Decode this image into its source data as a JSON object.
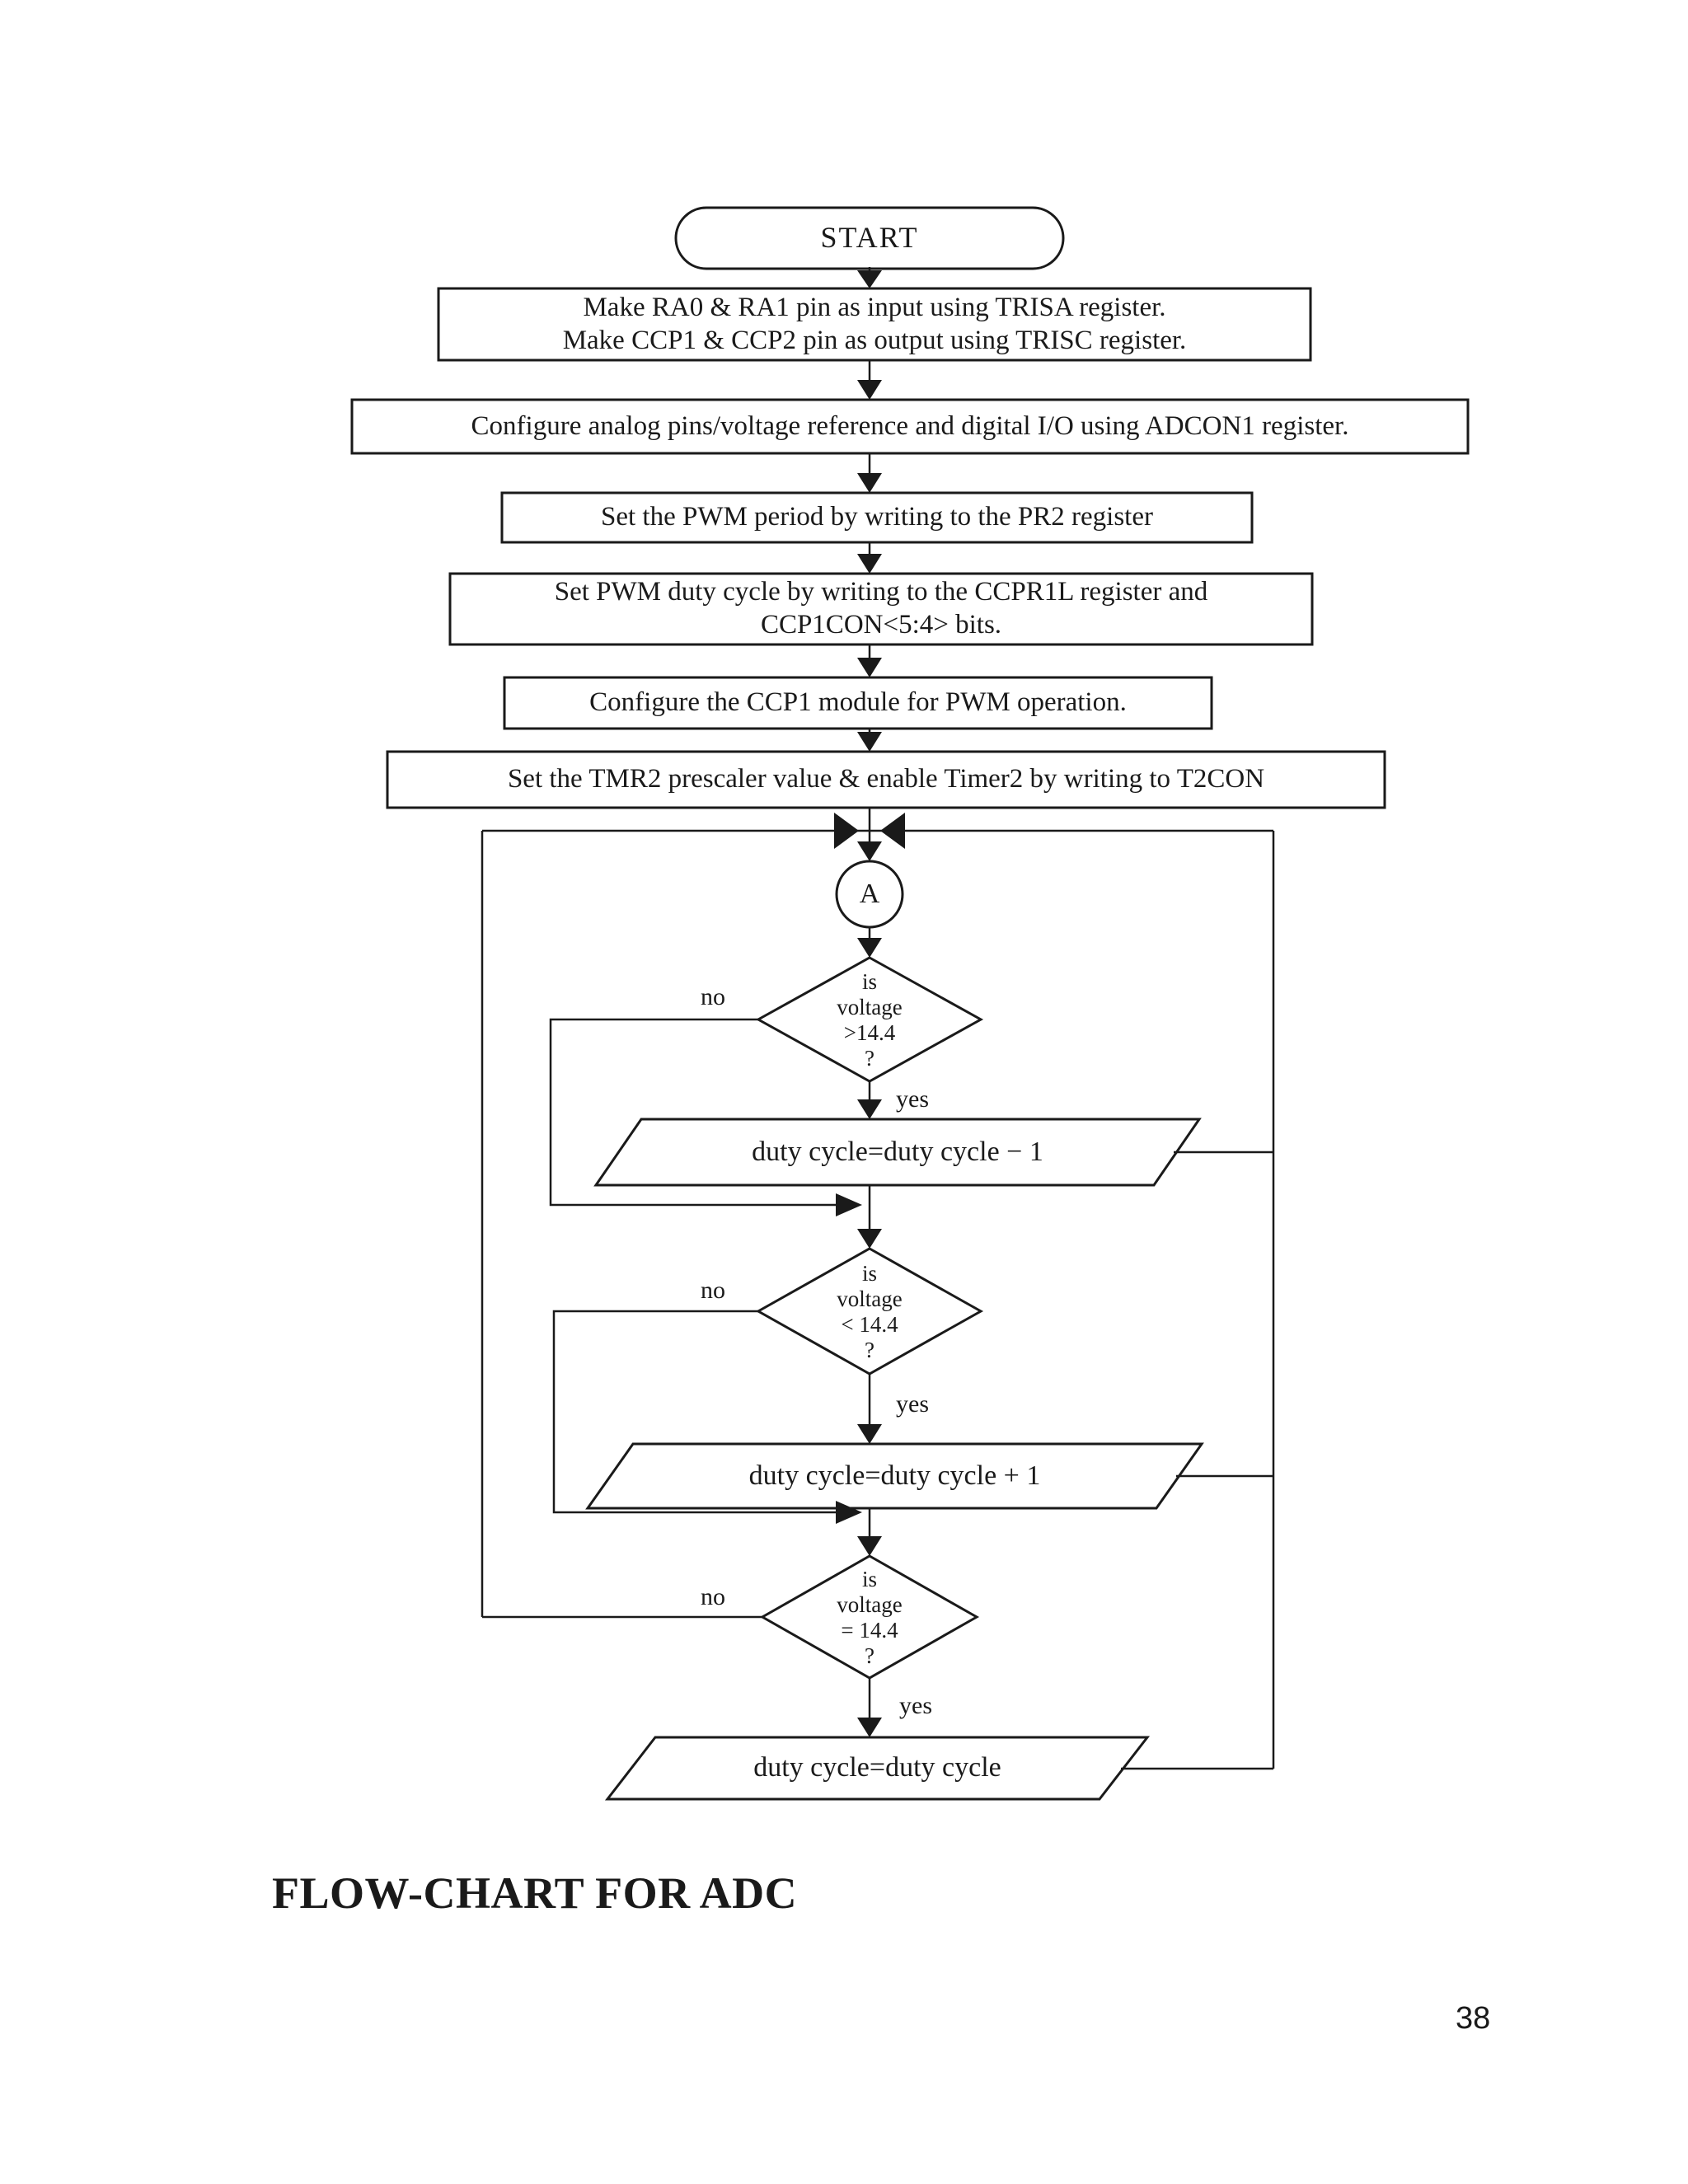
{
  "page": {
    "title": "FLOW-CHART FOR ADC",
    "page_number": "38"
  },
  "flowchart": {
    "start": "START",
    "steps": {
      "box1": {
        "lines": [
          "Make RA0 & RA1 pin as input using TRISA register.",
          "Make CCP1 & CCP2 pin as output using TRISC register."
        ]
      },
      "box2": {
        "label": "Configure analog pins/voltage reference and digital I/O using ADCON1 register."
      },
      "box3": {
        "label": "Set the PWM period by writing to the PR2 register"
      },
      "box4": {
        "lines": [
          "Set PWM duty cycle by writing to the CCPR1L register and",
          "CCP1CON<5:4> bits."
        ]
      },
      "box5": {
        "label": "Configure the CCP1 module for PWM operation."
      },
      "box6": {
        "label": "Set the TMR2 prescaler value & enable Timer2 by writing to T2CON"
      }
    },
    "connector": {
      "label": "A"
    },
    "decisions": {
      "d1": {
        "l1": "is",
        "l2": "voltage",
        "l3": ">14.4",
        "l4": "?",
        "no": "no",
        "yes": "yes"
      },
      "d2": {
        "l1": "is",
        "l2": "voltage",
        "l3": "< 14.4",
        "l4": "?",
        "no": "no",
        "yes": "yes"
      },
      "d3": {
        "l1": "is",
        "l2": "voltage",
        "l3": "= 14.4",
        "l4": "?",
        "no": "no",
        "yes": "yes"
      }
    },
    "outputs": {
      "p1": "duty cycle=duty cycle − 1",
      "p2": "duty cycle=duty cycle + 1",
      "p3": "duty cycle=duty cycle"
    },
    "colors": {
      "ink": "#1a1a1a",
      "paper": "#ffffff"
    }
  }
}
